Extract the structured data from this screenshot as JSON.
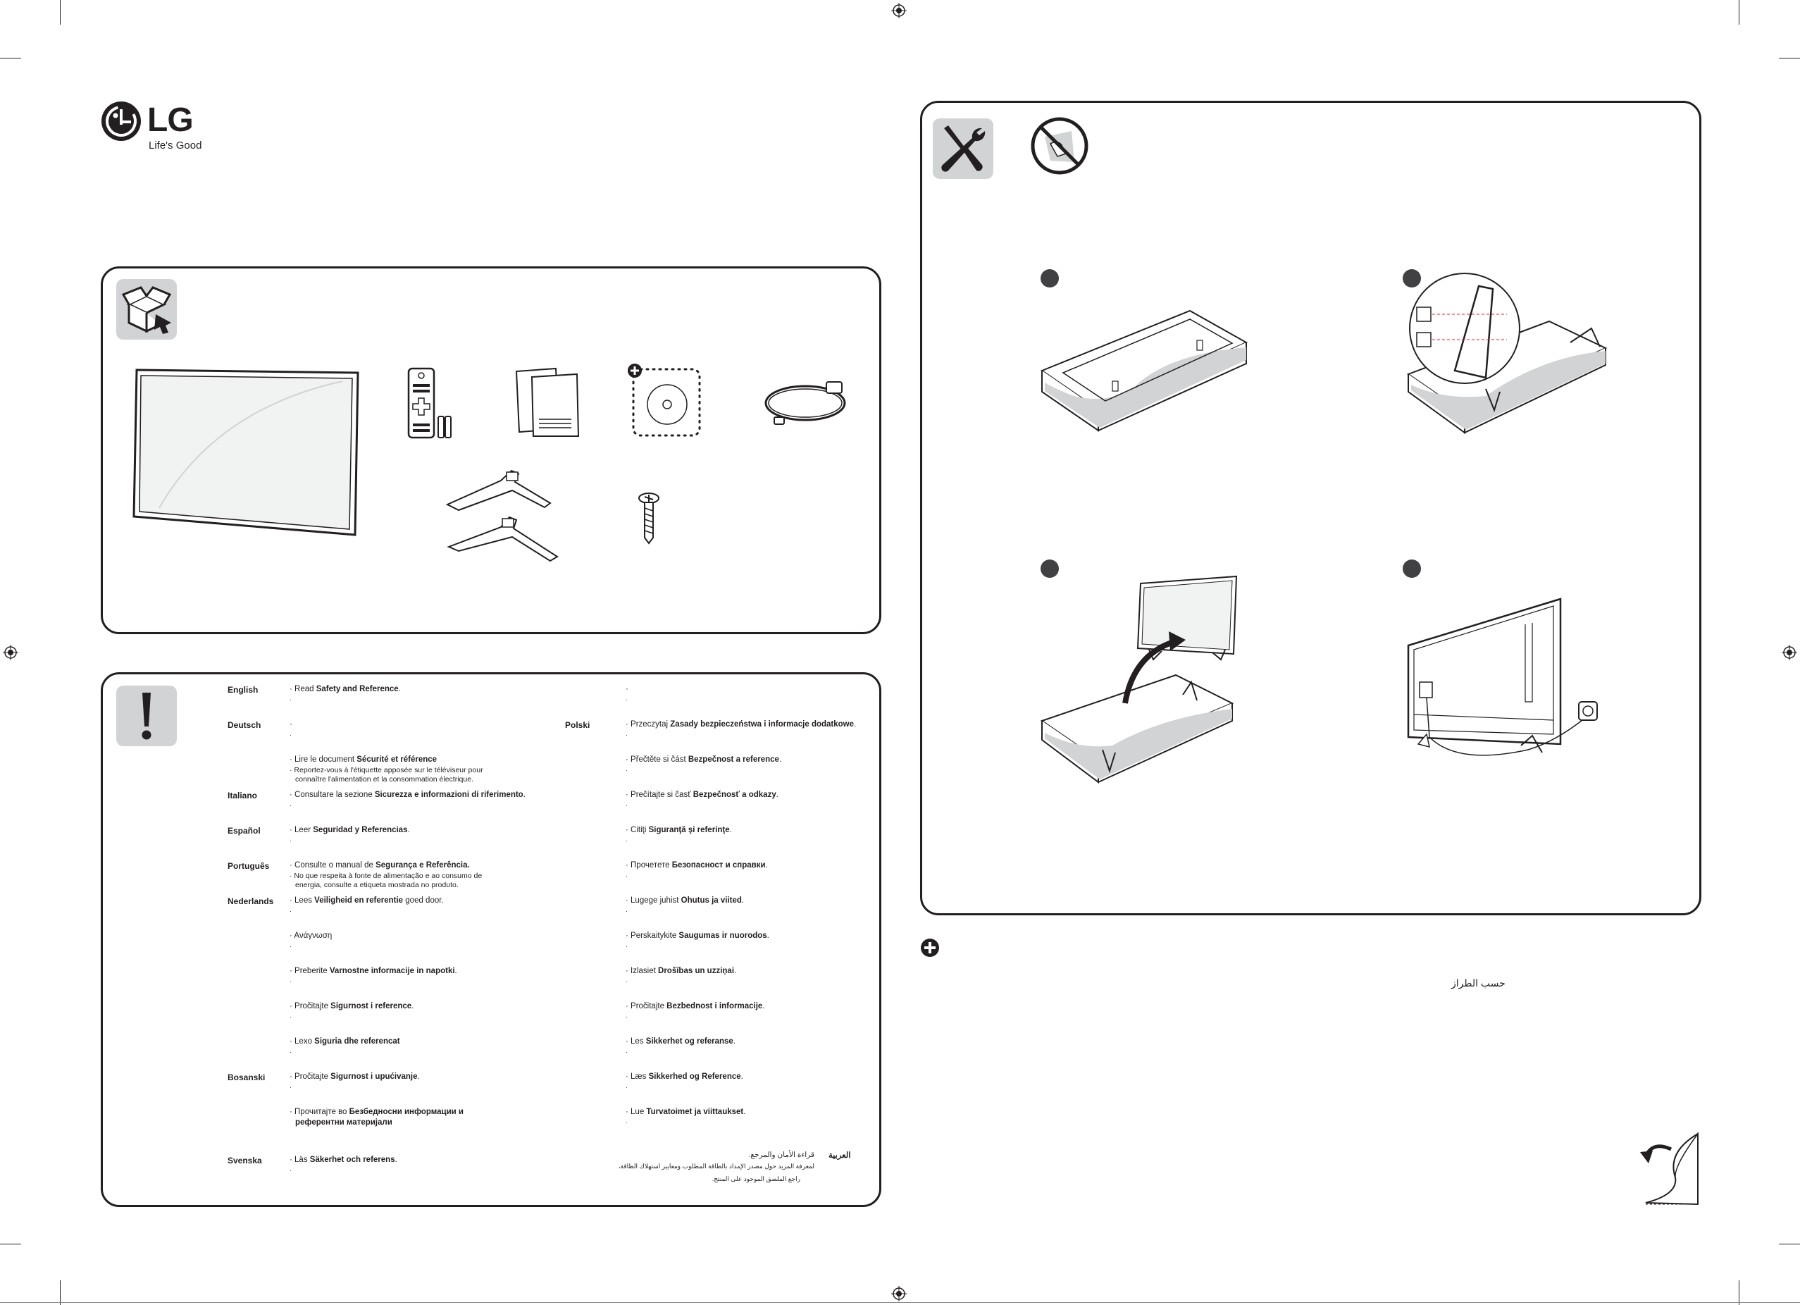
{
  "brand": {
    "logo": "LG",
    "tagline": "Life's Good"
  },
  "languages": [
    {
      "lang": "English",
      "prefix": "Read ",
      "bold": "Safety and Reference",
      "suffix": "."
    },
    {
      "lang": "Deutsch",
      "prefix": "",
      "bold": "",
      "suffix": ""
    },
    {
      "lang": "",
      "prefix": "Lire le document ",
      "bold": "Sécurité et référence",
      "suffix": "",
      "note1": "Reportez-vous à l'étiquette apposée sur le téléviseur pour",
      "note2": "connaître l'alimentation et la consommation électrique."
    },
    {
      "lang": "Italiano",
      "prefix": "Consultare la sezione ",
      "bold": "Sicurezza e informazioni di riferimento",
      "suffix": "."
    },
    {
      "lang": "Español",
      "prefix": "Leer ",
      "bold": "Seguridad y Referencias",
      "suffix": "."
    },
    {
      "lang": "Português",
      "prefix": "Consulte o manual de ",
      "bold": "Segurança e Referência.",
      "suffix": "",
      "note1": "No que respeita à fonte de alimentação e ao consumo de",
      "note2": "energia, consulte a etiqueta mostrada no produto."
    },
    {
      "lang": "Nederlands",
      "prefix": "Lees ",
      "bold": "Veiligheid en referentie",
      "suffix": " goed door."
    },
    {
      "lang": "",
      "prefix": "Ανάγνωση",
      "bold": "",
      "suffix": ""
    },
    {
      "lang": "",
      "prefix": "Preberite ",
      "bold": "Varnostne informacije in napotki",
      "suffix": "."
    },
    {
      "lang": "",
      "prefix": "Pročitajte ",
      "bold": "Sigurnost i reference",
      "suffix": "."
    },
    {
      "lang": "",
      "prefix": "Lexo ",
      "bold": "Siguria dhe referencat",
      "suffix": ""
    },
    {
      "lang": "Bosanski",
      "prefix": "Pročitajte ",
      "bold": "Sigurnost i upućivanje",
      "suffix": "."
    },
    {
      "lang": "",
      "prefix": "Прочитајте во ",
      "bold": "Безбедносни информации и",
      "suffix": "",
      "note1b": "референтни материјали"
    },
    {
      "lang": "Svenska",
      "prefix": "Läs ",
      "bold": "Säkerhet och referens",
      "suffix": "."
    }
  ],
  "languages_right": [
    {
      "lang": "",
      "prefix": "",
      "bold": "",
      "suffix": ""
    },
    {
      "lang": "Polski",
      "prefix": "Przeczytaj ",
      "bold": "Zasady bezpieczeństwa i informacje dodatkowe",
      "suffix": "."
    },
    {
      "lang": "",
      "prefix": "Přečtěte si část ",
      "bold": "Bezpečnost a reference",
      "suffix": "."
    },
    {
      "lang": "",
      "prefix": "Prečítajte si časť ",
      "bold": "Bezpečnosť a odkazy",
      "suffix": "."
    },
    {
      "lang": "",
      "prefix": "Citiţi ",
      "bold": "Siguranţă şi referinţe",
      "suffix": "."
    },
    {
      "lang": "",
      "prefix": "Прочетете ",
      "bold": "Безопасност и справки",
      "suffix": "."
    },
    {
      "lang": "",
      "prefix": "Lugege juhist ",
      "bold": "Ohutus ja viited",
      "suffix": "."
    },
    {
      "lang": "",
      "prefix": "Perskaitykite ",
      "bold": "Saugumas ir nuorodos",
      "suffix": "."
    },
    {
      "lang": "",
      "prefix": "Izlasiet ",
      "bold": "Drošības un uzziņai",
      "suffix": "."
    },
    {
      "lang": "",
      "prefix": "Pročitajte ",
      "bold": "Bezbednost i informacije",
      "suffix": "."
    },
    {
      "lang": "",
      "prefix": "Les ",
      "bold": "Sikkerhet og referanse",
      "suffix": "."
    },
    {
      "lang": "",
      "prefix": "Læs ",
      "bold": "Sikkerhed og Reference",
      "suffix": "."
    },
    {
      "lang": "",
      "prefix": "Lue ",
      "bold": "Turvatoimet ja viittaukset",
      "suffix": "."
    }
  ],
  "arabic": {
    "lang": "العربية",
    "line1": "قراءة الأمان والمرجع.",
    "line2": "لمعرفة المزيد حول مصدر الإمداد بالطاقة المطلوب ومعايير استهلاك الطاقة،",
    "line3": "راجع الملصق الموجود على المنتج."
  },
  "model_note": "حسب الطراز",
  "icons": {
    "box": "box-contents-icon",
    "warning": "exclamation-icon",
    "tools": "screwdriver-wrench-icon",
    "no_touch": "no-touch-screen-icon",
    "plus": "plus-circle-icon",
    "page_turn": "page-turn-icon"
  }
}
